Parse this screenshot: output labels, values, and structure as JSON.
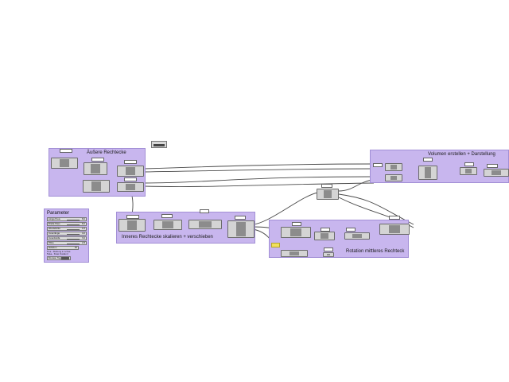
{
  "groups": [
    {
      "id": "outer",
      "title": "Äußere Rechtecke"
    },
    {
      "id": "inner",
      "title": "Inneres Rechtecke skalieren + verschieben"
    },
    {
      "id": "volume",
      "title": "Volumen erstellen + Darstellung"
    },
    {
      "id": "rotation",
      "title": "Rotation mittleres Rechteck"
    }
  ],
  "parameter_panel": {
    "title": "Parameter",
    "sliders": [
      {
        "label": "Länge Haus",
        "value": "8.0"
      },
      {
        "label": "Breite Haus",
        "value": "6.0"
      },
      {
        "label": "Wandstärke",
        "value": "0.3"
      },
      {
        "label": "Innenlänge",
        "value": "4.0"
      },
      {
        "label": "Innenbreite",
        "value": "3.0"
      },
      {
        "label": "Höhe",
        "value": "2.8"
      },
      {
        "label": "Rotation",
        "value": "45"
      }
    ],
    "notes": [
      "True - Stellung in Achse",
      "False - freier Zustand"
    ],
    "toggle_label": "Boolean Toggle"
  },
  "colors": {
    "group_fill": "#c8b6ee",
    "node_fill": "#d4d4d4",
    "wire": "#4a4a4a",
    "toggle_true": "#f1e05a"
  }
}
